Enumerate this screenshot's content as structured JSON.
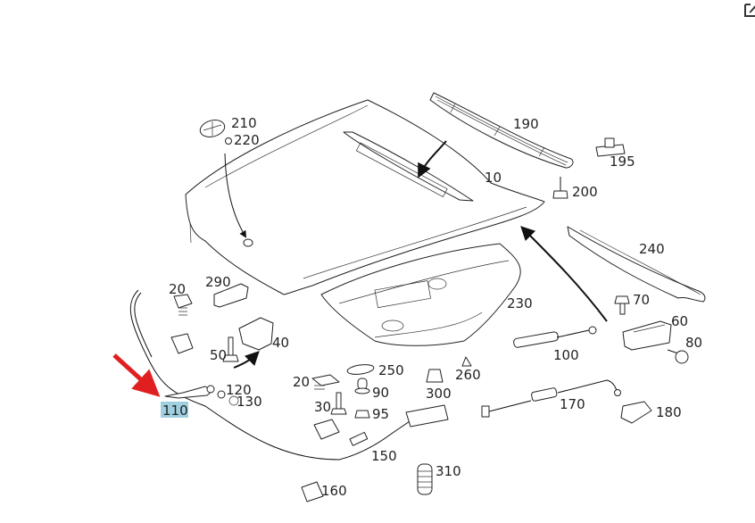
{
  "toolbar": {
    "edit_icon": "edit-icon"
  },
  "diagram": {
    "title": "Hood assembly exploded parts diagram",
    "highlight_color": "#9fd0df",
    "pointer_arrow_color": "#e02020",
    "highlighted_part": "110",
    "labels": {
      "p10": "10",
      "p20a": "20",
      "p20b": "20",
      "p30": "30",
      "p40": "40",
      "p50": "50",
      "p60": "60",
      "p70": "70",
      "p80": "80",
      "p90": "90",
      "p95": "95",
      "p100": "100",
      "p110": "110",
      "p120": "120",
      "p130": "130",
      "p150": "150",
      "p160": "160",
      "p170": "170",
      "p180": "180",
      "p190": "190",
      "p195": "195",
      "p200": "200",
      "p210": "210",
      "p220": "220",
      "p230": "230",
      "p240": "240",
      "p250": "250",
      "p260": "260",
      "p290": "290",
      "p300": "300",
      "p310": "310"
    }
  }
}
